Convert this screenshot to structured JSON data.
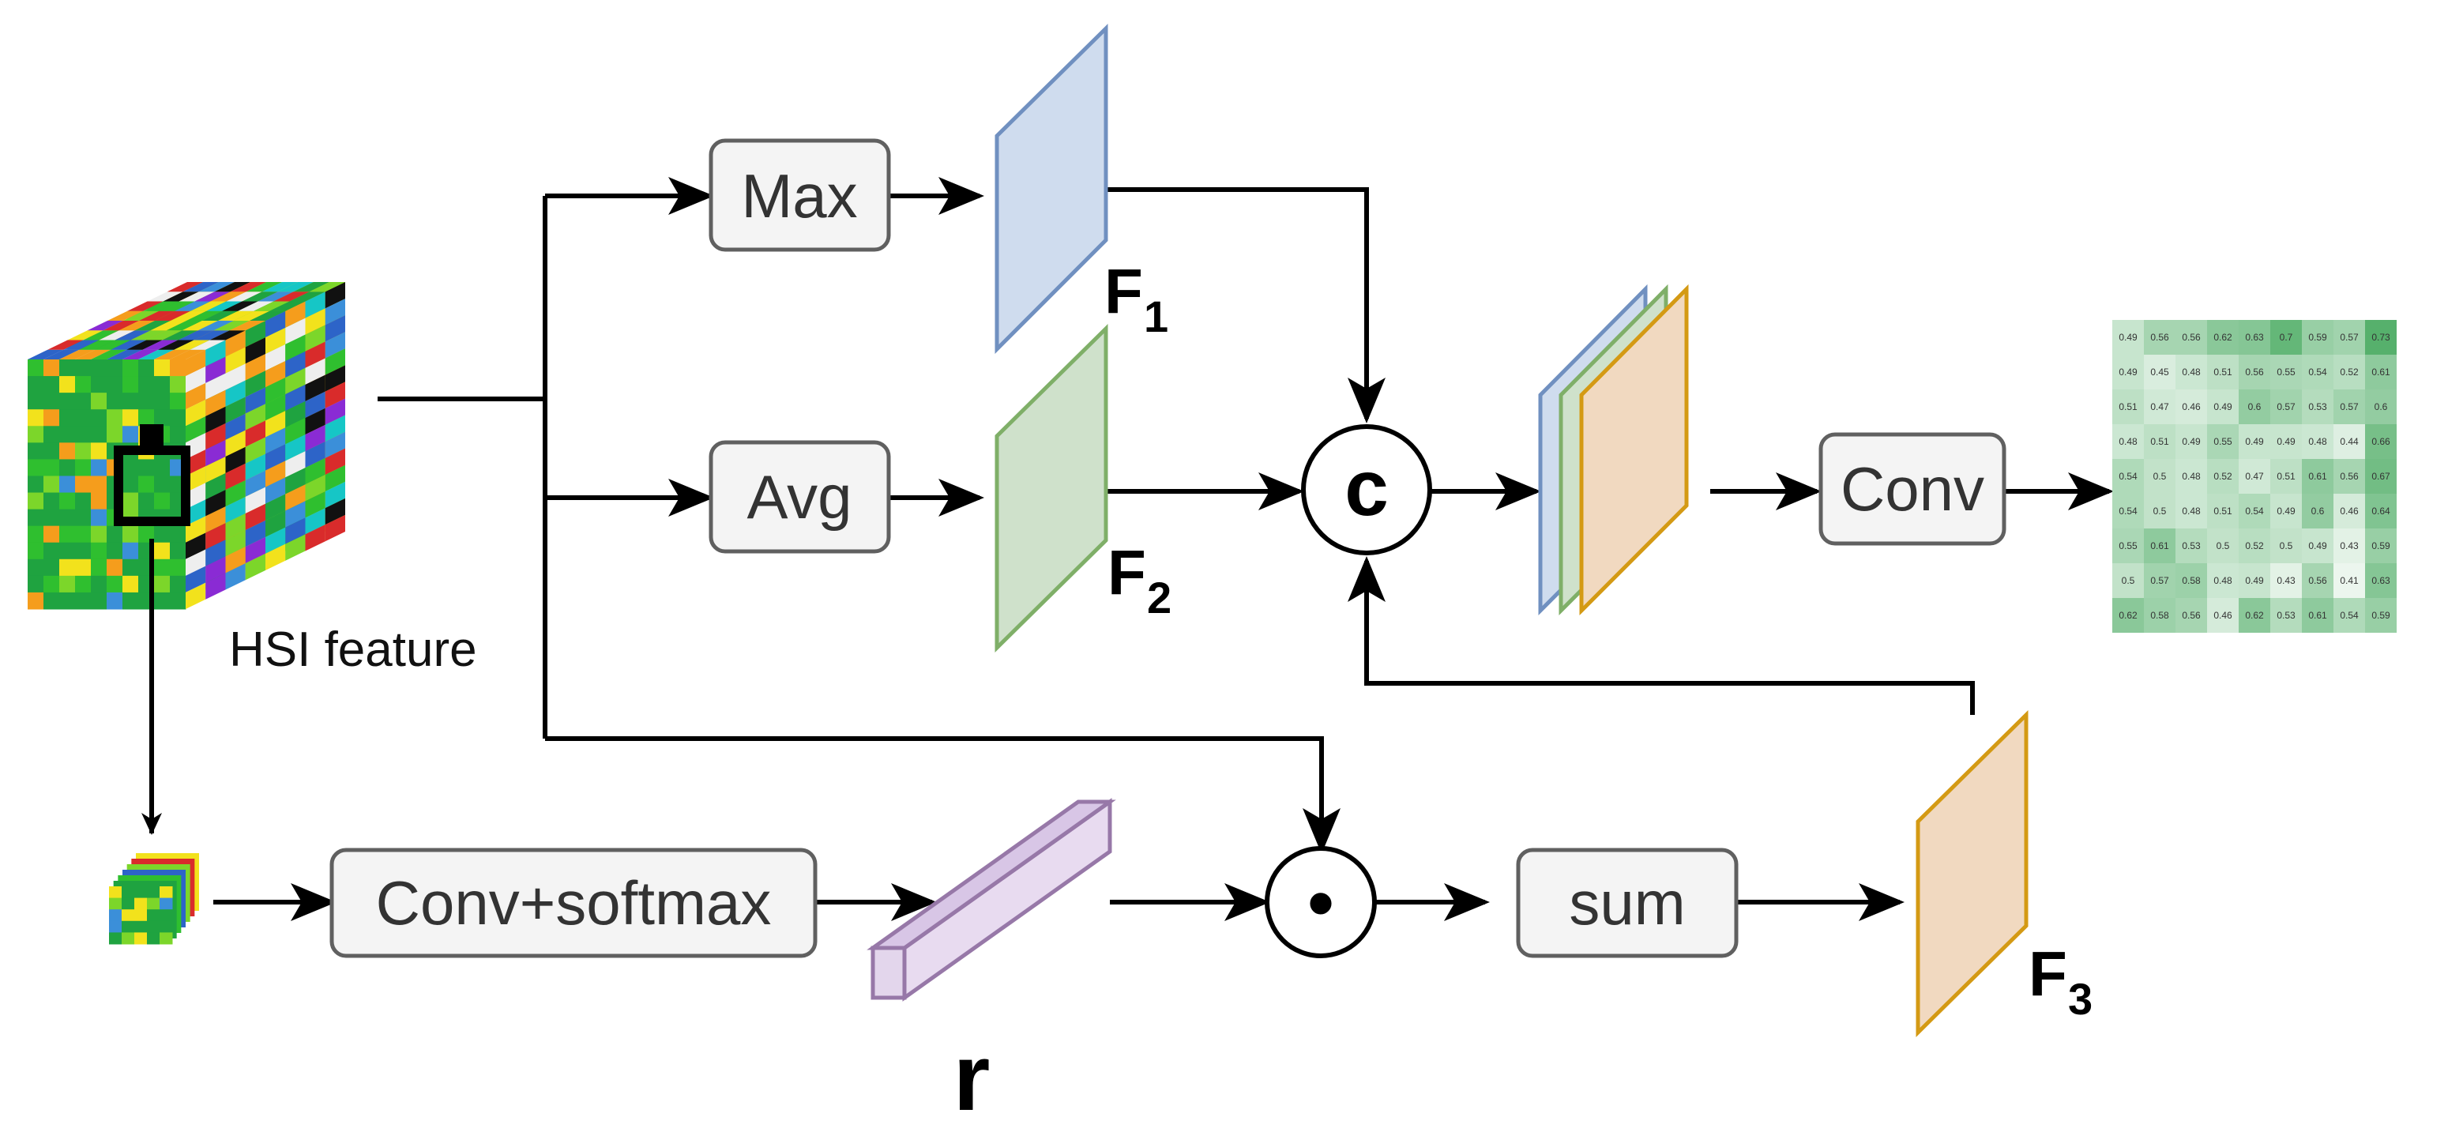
{
  "diagram": {
    "hsi_label": "HSI feature",
    "boxes": {
      "max": "Max",
      "avg": "Avg",
      "conv_softmax": "Conv+softmax",
      "sum": "sum",
      "conv": "Conv"
    },
    "operators": {
      "concat": "c",
      "multiply": "•"
    },
    "symbols": {
      "f1": "F",
      "f1_sub": "1",
      "f2": "F",
      "f2_sub": "2",
      "f3": "F",
      "f3_sub": "3",
      "r": "r"
    },
    "colors": {
      "f1_fill": "#cfdcee",
      "f1_stroke": "#7090c0",
      "f2_fill": "#cfe1cb",
      "f2_stroke": "#7faf68",
      "f3_fill": "#f1d9c0",
      "f3_stroke": "#d49a14",
      "r_fill": "#e3d6ec",
      "r_stroke": "#9778a8",
      "box_fill": "#f4f4f4",
      "box_stroke": "#606060"
    },
    "heatmap": [
      [
        "0.49",
        "0.56",
        "0.56",
        "0.62",
        "0.63",
        "0.7",
        "0.59",
        "0.57",
        "0.73"
      ],
      [
        "0.49",
        "0.45",
        "0.48",
        "0.51",
        "0.56",
        "0.55",
        "0.54",
        "0.52",
        "0.61"
      ],
      [
        "0.51",
        "0.47",
        "0.46",
        "0.49",
        "0.6",
        "0.57",
        "0.53",
        "0.57",
        "0.6"
      ],
      [
        "0.48",
        "0.51",
        "0.49",
        "0.55",
        "0.49",
        "0.49",
        "0.48",
        "0.44",
        "0.66"
      ],
      [
        "0.54",
        "0.5",
        "0.48",
        "0.52",
        "0.47",
        "0.51",
        "0.61",
        "0.56",
        "0.67"
      ],
      [
        "0.54",
        "0.5",
        "0.48",
        "0.51",
        "0.54",
        "0.49",
        "0.6",
        "0.46",
        "0.64"
      ],
      [
        "0.55",
        "0.61",
        "0.53",
        "0.5",
        "0.52",
        "0.5",
        "0.49",
        "0.43",
        "0.59"
      ],
      [
        "0.5",
        "0.57",
        "0.58",
        "0.48",
        "0.49",
        "0.43",
        "0.56",
        "0.41",
        "0.63"
      ],
      [
        "0.62",
        "0.58",
        "0.56",
        "0.46",
        "0.62",
        "0.53",
        "0.61",
        "0.54",
        "0.59"
      ]
    ]
  }
}
